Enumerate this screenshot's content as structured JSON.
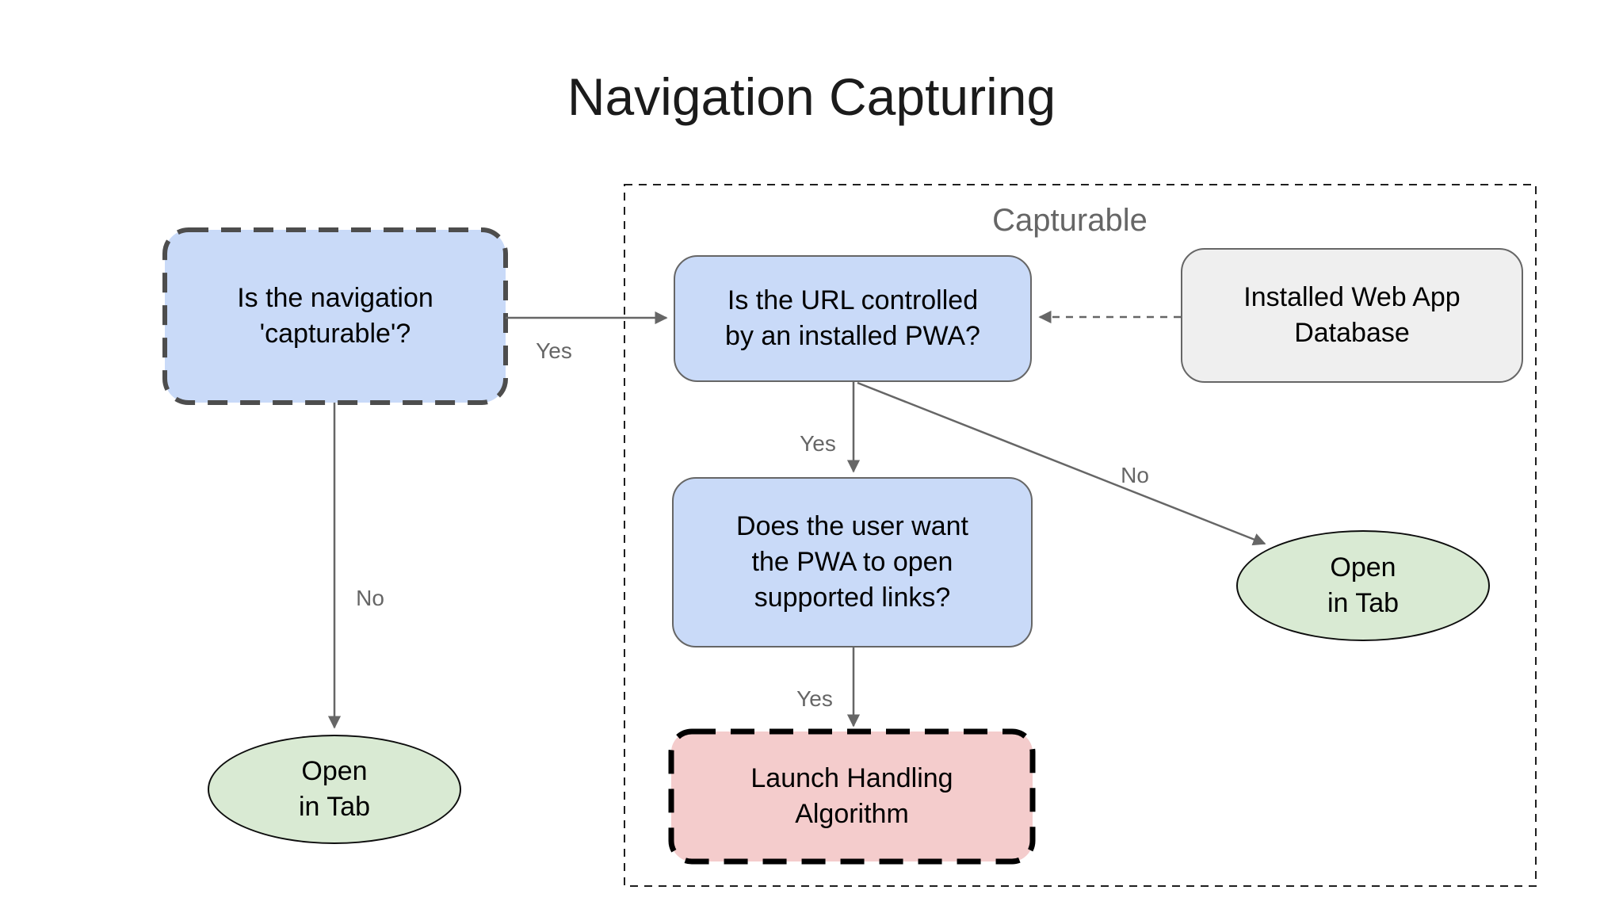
{
  "title": "Navigation Capturing",
  "diagram": {
    "group_label": "Capturable",
    "nodes": {
      "capturable_question": {
        "text": "Is the navigation\n'capturable'?"
      },
      "url_controlled_question": {
        "text": "Is the URL controlled\nby an installed PWA?"
      },
      "installed_web_app_database": {
        "text": "Installed Web App\nDatabase"
      },
      "user_wants_question": {
        "text": "Does the user want\nthe PWA to open\nsupported links?"
      },
      "launch_handling_algorithm": {
        "text": "Launch Handling\nAlgorithm"
      },
      "open_in_tab_left": {
        "text": "Open\nin Tab"
      },
      "open_in_tab_right": {
        "text": "Open\nin Tab"
      }
    },
    "edge_labels": {
      "capturable_yes": "Yes",
      "capturable_no": "No",
      "controlled_yes": "Yes",
      "controlled_no": "No",
      "supported_yes": "Yes"
    },
    "colors": {
      "decision_fill": "#c9daf8",
      "terminal_fill": "#d9ead3",
      "process_fill": "#f4cccc",
      "data_fill": "#efefef",
      "connector": "#666666",
      "label_text": "#666666",
      "node_border": "#666666"
    }
  }
}
